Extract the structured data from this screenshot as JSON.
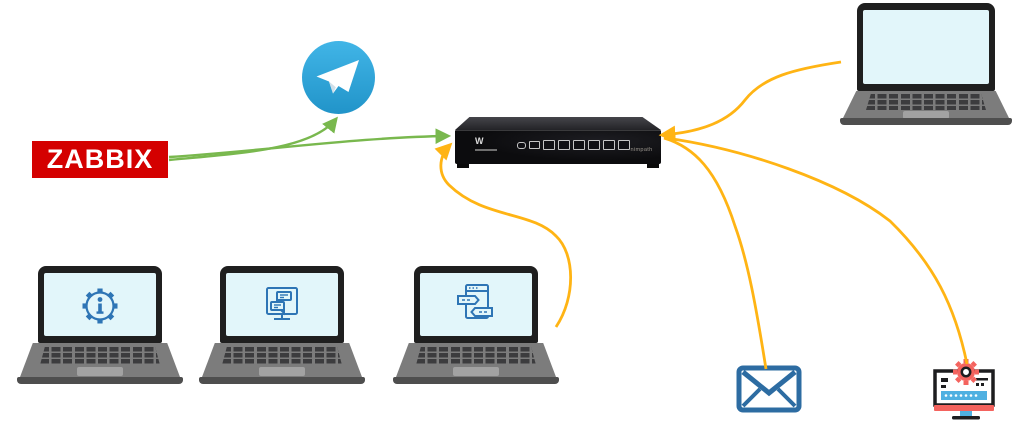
{
  "zabbix": {
    "label": "ZABBIX",
    "background": "#d40000",
    "text_color": "#ffffff"
  },
  "appliance": {
    "logo_letter": "W",
    "brand_text": "nimpath",
    "ethernet_ports": 6,
    "small_ports": 2
  },
  "icons": {
    "telegram": "telegram-paper-plane-icon",
    "laptop_1_screen": "gear-info-icon",
    "laptop_2_screen": "chat-messages-monitor-icon",
    "laptop_3_screen": "window-workflow-tags-icon",
    "laptop_top_right_screen": "blank-screen",
    "envelope": "mail-envelope-icon",
    "monitor_gear": "monitor-settings-gear-icon"
  },
  "colors": {
    "arrow_green": "#79b84e",
    "arrow_orange": "#ffb414",
    "zabbix_red": "#d40000",
    "telegram_blue_top": "#41b5e7",
    "telegram_blue_bottom": "#2194c9",
    "screen_icon_blue": "#2e75b5",
    "envelope_blue": "#2d6ca2",
    "gear_red": "#f4635e",
    "bar_blue": "#4fb0e1",
    "laptop_screen": "#e2f6fa"
  },
  "connections": [
    {
      "from": "zabbix-server",
      "to": "telegram",
      "color": "green"
    },
    {
      "from": "zabbix-server",
      "to": "network-appliance",
      "color": "green"
    },
    {
      "from": "laptop-3",
      "to": "network-appliance",
      "color": "orange"
    },
    {
      "from": "laptop-top-right",
      "to": "network-appliance",
      "color": "orange"
    },
    {
      "from": "mail-envelope",
      "to": "network-appliance",
      "color": "orange"
    },
    {
      "from": "monitor-settings",
      "to": "network-appliance",
      "color": "orange"
    }
  ]
}
